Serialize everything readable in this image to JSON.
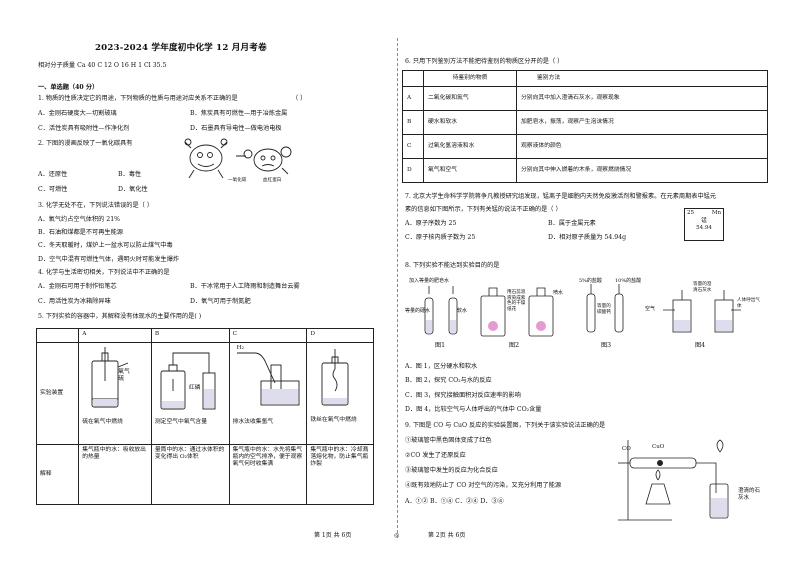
{
  "exam": {
    "title": "2023-2024 学年度初中化学 12 月月考卷",
    "atomic_mass": "相对分子质量   Ca 40    C 12    O 16    H 1    Cl 35.5",
    "section1": "一、单选题（40 分）"
  },
  "q1": {
    "stem": "1. 物质的性质决定它的用途，下列物质的性质与用途对应关系不正确的是",
    "paren": "（      ）",
    "A": "A．金刚石硬度大—切割玻璃",
    "B": "B．焦炭具有可燃性—用于冶炼金属",
    "C": "C．活性炭具有吸附性—作净化剂",
    "D": "D．石墨具有导电性—做电池电极"
  },
  "q2": {
    "stem": "2. 下图的漫画反映了一氧化碳具有",
    "A": "A．还原性",
    "B": "B．毒性",
    "C": "C．可燃性",
    "D": "D．氧化性",
    "cartoon_label1": "一氧化碳",
    "cartoon_label2": "血红蛋白"
  },
  "q3": {
    "stem": "3. 化学无处不在，下列说法错误的是（    ）",
    "A": "A．氧气约占空气体积的 21%",
    "B": "B．石油和煤都是不可再生能源",
    "C": "C．冬天取暖时，煤炉上一盆水可以防止煤气中毒",
    "D": "D．空气中混有可燃性气体，遇明火时可能发生爆炸"
  },
  "q4": {
    "stem": "4. 化学与生活密切相关，下列说法中不正确的是",
    "A": "A．金刚石可用于制作铅笔芯",
    "B": "B．干冰常用于人工降雨和制造舞台云雾",
    "C": "C．用活性炭为冰箱除异味",
    "D": "D．氧气可用于制氮肥"
  },
  "q5": {
    "stem": "5. 下列实验的容器中，其解释没有体现水的主要作用的是(      )",
    "cols": [
      "A",
      "B",
      "C",
      "D"
    ],
    "row1_label": "实验装置",
    "row2_label": "解释",
    "capA": "硫在氧气中燃烧",
    "capB": "测定空气中氧气含量",
    "capC": "排水法收集氢气",
    "capD": "铁丝在氧气中燃烧",
    "labA": "氧气",
    "labA2": "硫",
    "labB": "红磷",
    "labC": "H₂",
    "expA": "集气瓶中的水：吸收放出的热量",
    "expB": "量筒中的水：通过水体积的变化得出 O₂体积",
    "expC": "集气瓶中的水：水先将集气瓶内的空气排净，便于观察氧气何时收集满",
    "expD": "集气瓶中的水：冷却溅落熔化物，防止集气瓶炸裂"
  },
  "q6": {
    "stem": "6. 只用下列鉴别方法不能把待鉴别的物质区分开的是（    ）",
    "head1": "待鉴别的物质",
    "head2": "鉴别方法",
    "rows": [
      {
        "k": "A",
        "sub": "二氧化碳和氮气",
        "m": "分别向其中加入澄清石灰水，观察现象"
      },
      {
        "k": "B",
        "sub": "硬水和软水",
        "m": "加肥皂水，振荡，观察产生泡沫情况"
      },
      {
        "k": "C",
        "sub": "过氧化氢溶液和水",
        "m": "观察液体的颜色"
      },
      {
        "k": "D",
        "sub": "氧气和空气",
        "m": "分别向其中伸入燃着的木条，观察燃烧情况"
      }
    ]
  },
  "q7": {
    "line1": "7. 北京大学生命科学学院蒋争凡教授研究组发现，锰离子是细胞内天然免疫激活剂和警报素。在元素周期表中锰元",
    "line2": "素的信息如下图所示，下列有关锰的说法不正确的是（    ）",
    "A": "A．原子序数为 25",
    "B": "B．属于金属元素",
    "C": "C．原子核内质子数为 25",
    "D": "D．相对原子质量为 54.94g",
    "el_num": "25",
    "el_sym": "Mn",
    "el_name": "锰",
    "el_mass": "54.94"
  },
  "q8": {
    "stem": "8. 下列实验不能达到实验目的的是",
    "A": "A．图 1，区分硬水和软水",
    "B": "B．图 2，探究 CO₂与水的反应",
    "C": "C．图 3，探究接触面积对反应速率的影响",
    "D": "D．图 4，比较空气与人体呼出的气体中 CO₂含量",
    "f1_top": "加入等量的肥皂水",
    "f1_l": "等量的硬水",
    "f1_r": "软水",
    "f2_l": "用石蕊溶液染成紫色的干燥纸花",
    "f2_r": "喷水",
    "f3_l": "5%的盐酸",
    "f3_r": "10%的盐酸",
    "f3_b": "等量的碳酸钙",
    "f4_a": "空气",
    "f4_b": "人体呼出气体",
    "f4_c": "等量的澄清石灰水",
    "fig1": "图1",
    "fig2": "图2",
    "fig3": "图3",
    "fig4": "图4"
  },
  "q9": {
    "stem": "9. 下图是 CO 与 CuO 反应的实验装置图，下列关于该实验说法正确的是",
    "o1": "①玻璃管中黑色固体变成了红色",
    "o2": "②CO 发生了还原反应",
    "o3": "③玻璃管中发生的反应为化合反应",
    "o4": "④既有效地防止了 CO 对空气的污染，又充分利用了能源",
    "opts": "A．①②    B．①④    C．②④    D．③④",
    "lab_co": "CO",
    "lab_cuo": "CuO",
    "lab_lime": "澄清的石灰水"
  },
  "footer": {
    "left": "第 1页  共 6页",
    "mid": "◎",
    "right": "第 2页  共 6页"
  }
}
